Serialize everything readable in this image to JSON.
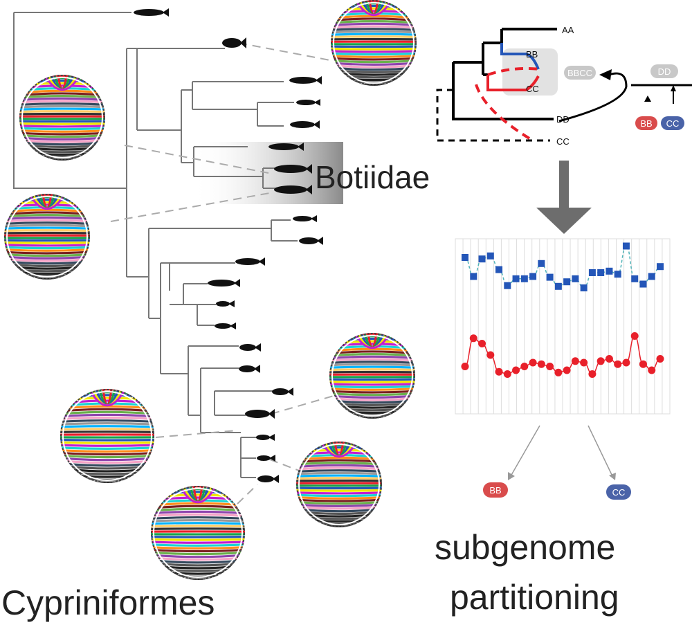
{
  "labels": {
    "botiidae": "Botiidae",
    "cypriniformes": "Cypriniformes",
    "subgenome_line1": "subgenome",
    "subgenome_line2": "partitioning"
  },
  "mini_tree": {
    "tips": [
      "AA",
      "BB",
      "CC",
      "DD",
      "CC"
    ],
    "bbcc_pill": "BBCC",
    "dd_pill": "DD",
    "bb_pill": "BB",
    "cc_pill": "CC"
  },
  "partition_pills": {
    "bb": "BB",
    "cc": "CC"
  },
  "colors": {
    "blue_series": "#2456b8",
    "red_series": "#e8202a",
    "blue_pill_bg": "#4a63a8",
    "red_pill_bg": "#d94c4c",
    "grey_pill_bg": "#c8c8c8",
    "tree_line": "#777777",
    "arrow": "#6d6d6d"
  },
  "chart_data": {
    "type": "line",
    "x": [
      1,
      2,
      3,
      4,
      5,
      6,
      7,
      8,
      9,
      10,
      11,
      12,
      13,
      14,
      15,
      16,
      17,
      18,
      19,
      20,
      21,
      22,
      23,
      24
    ],
    "series": [
      {
        "values": [
          0.8,
          0.55,
          0.78,
          0.82,
          0.64,
          0.43,
          0.52,
          0.52,
          0.55,
          0.72,
          0.54,
          0.42,
          0.48,
          0.52,
          0.4,
          0.6,
          0.6,
          0.62,
          0.58,
          0.95,
          0.52,
          0.45,
          0.55,
          0.68
        ]
      },
      {
        "values": [
          0.55,
          0.92,
          0.85,
          0.7,
          0.48,
          0.45,
          0.5,
          0.55,
          0.6,
          0.58,
          0.55,
          0.47,
          0.5,
          0.62,
          0.6,
          0.45,
          0.62,
          0.65,
          0.58,
          0.6,
          0.95,
          0.58,
          0.5,
          0.65
        ]
      }
    ]
  }
}
